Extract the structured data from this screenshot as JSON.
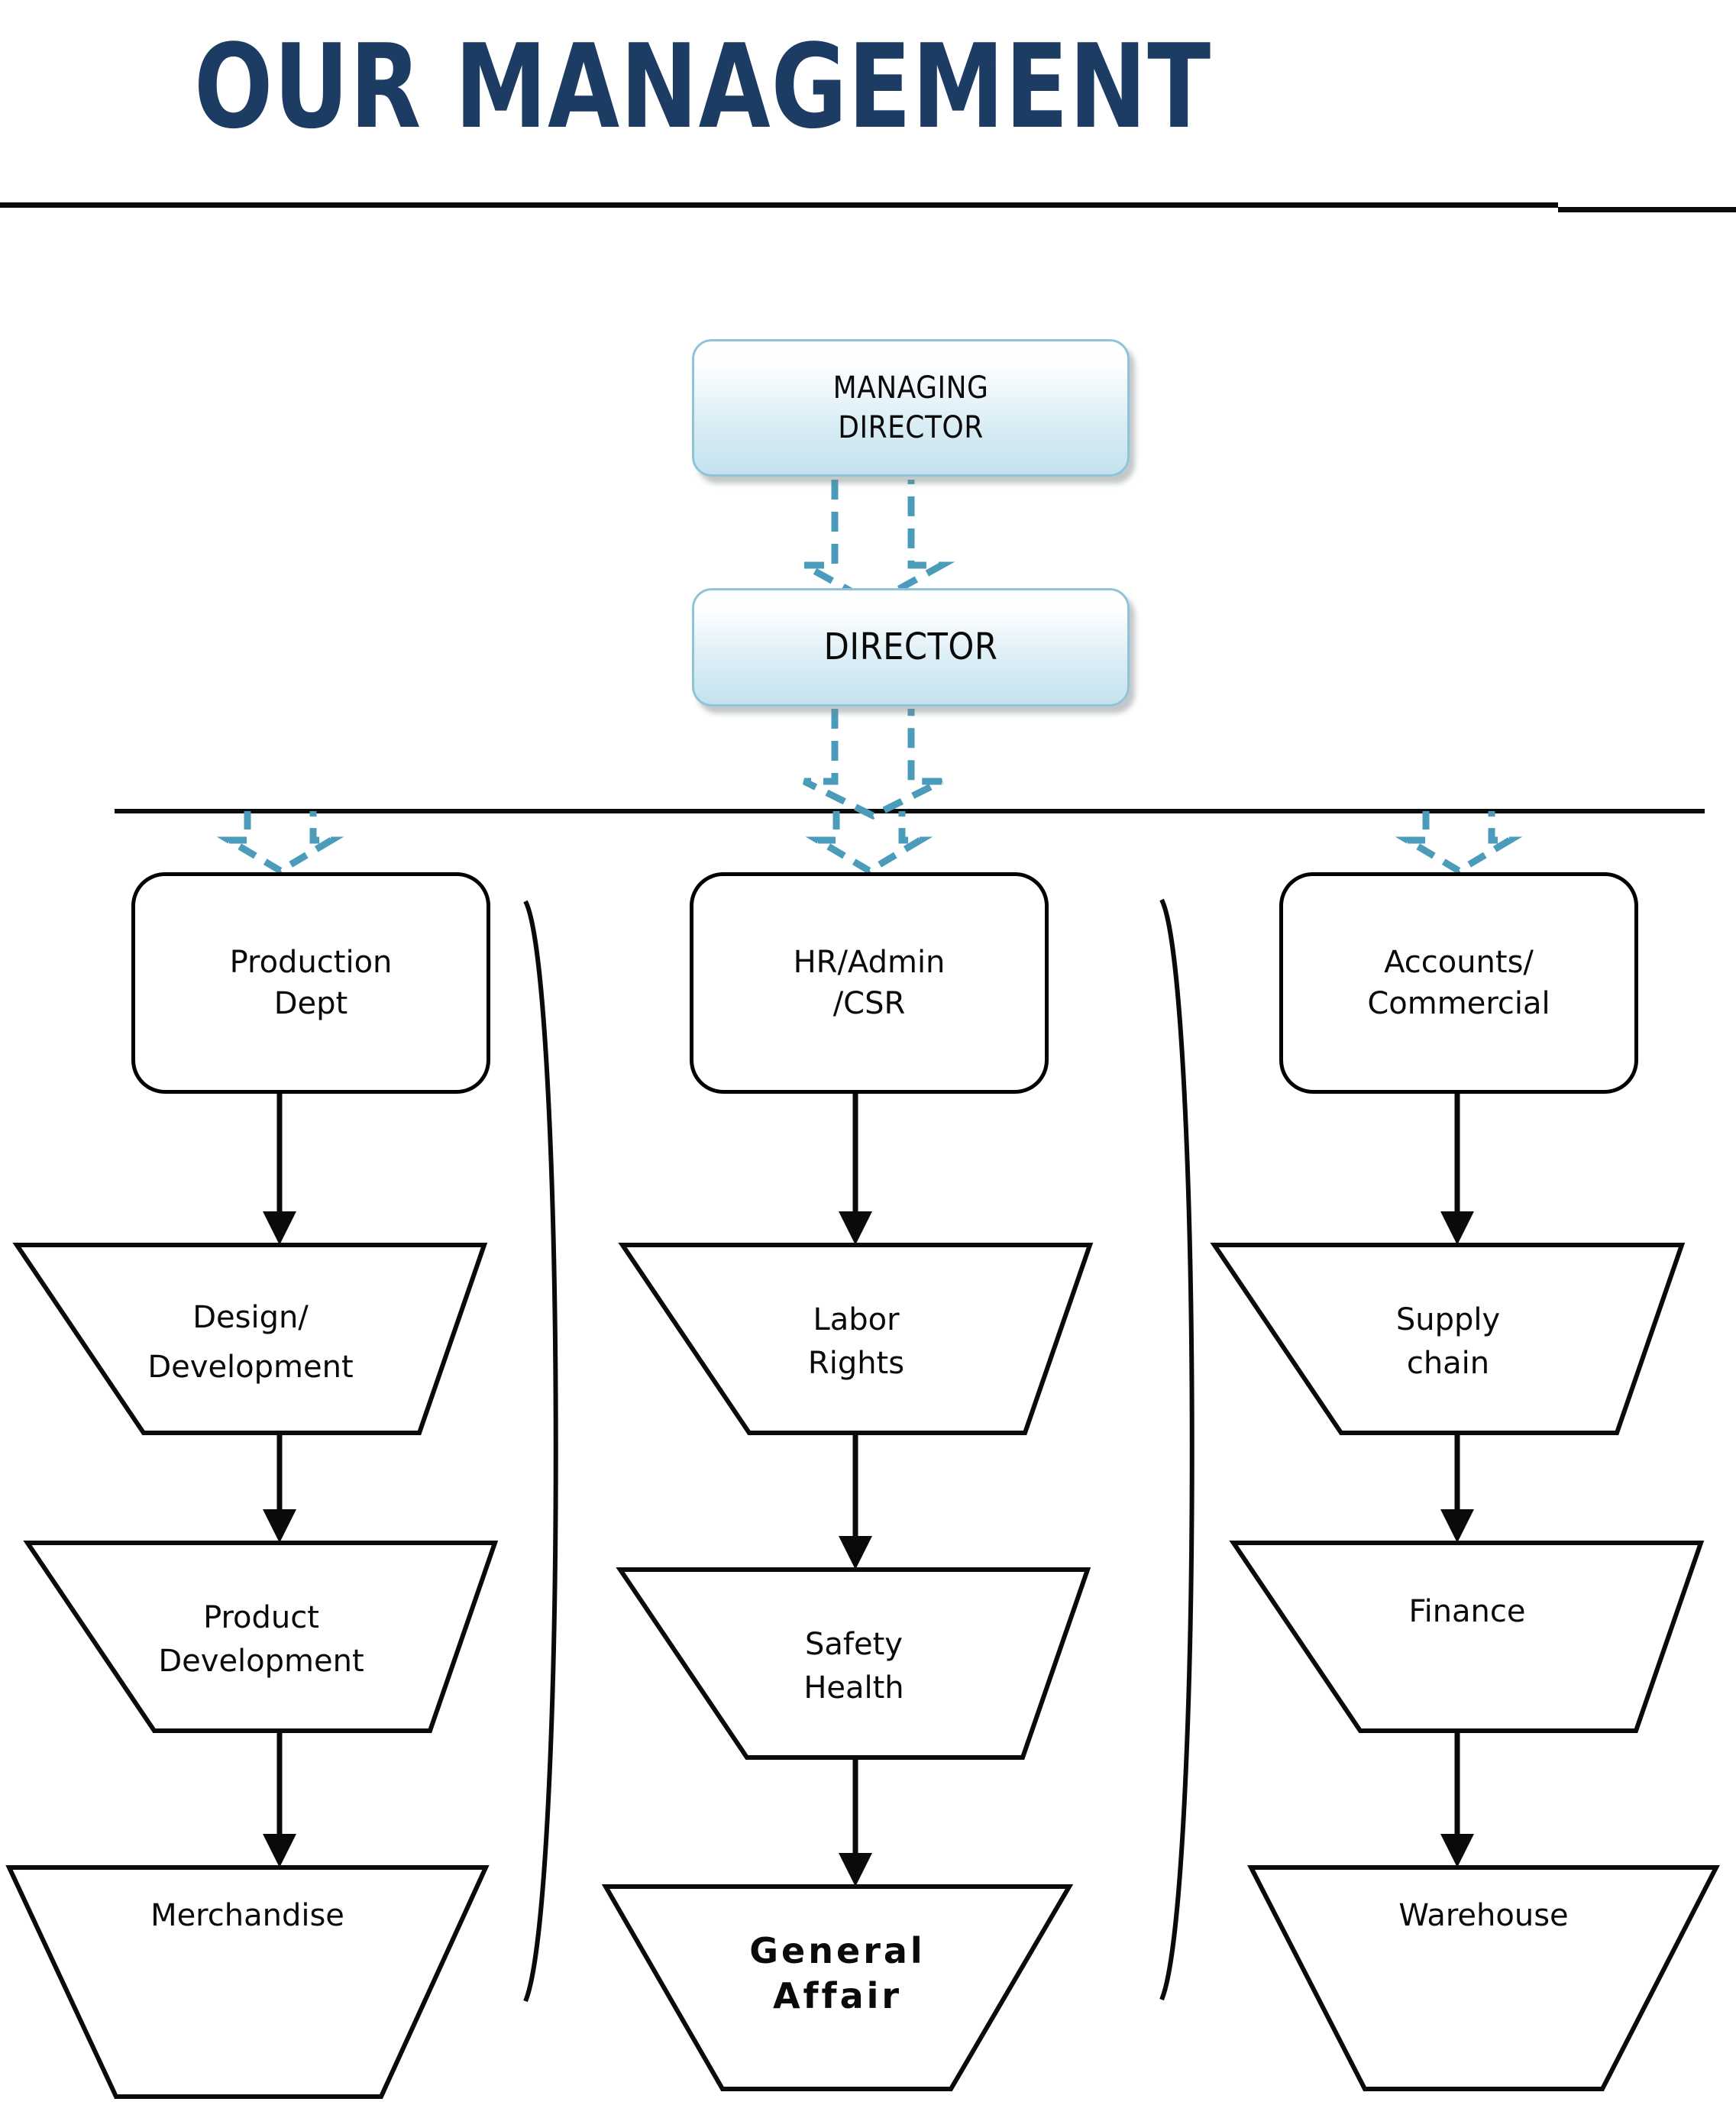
{
  "header": {
    "title": "OUR MANAGEMENT"
  },
  "colors": {
    "title": "#1d3c63",
    "rule": "#0b0b0b",
    "exec_border": "#8fc4d8",
    "exec_fill_top": "#ffffff",
    "exec_fill_bottom": "#c3e2ee",
    "dashed_arrow": "#4a9cba",
    "node_outline": "#000000",
    "background": "#ffffff"
  },
  "chart_data": {
    "type": "diagram",
    "title": "OUR MANAGEMENT",
    "diagram_kind": "organizational-chart",
    "nodes": [
      {
        "id": "managing-director",
        "label": "MANAGING DIRECTOR",
        "shape": "rounded-rect-gradient",
        "level": 0
      },
      {
        "id": "director",
        "label": "DIRECTOR",
        "shape": "rounded-rect-gradient",
        "level": 1
      },
      {
        "id": "production-dept",
        "label": "Production Dept",
        "shape": "rounded-rect",
        "level": 2,
        "column": 1
      },
      {
        "id": "hr-admin-csr",
        "label": "HR/Admin /CSR",
        "shape": "rounded-rect",
        "level": 2,
        "column": 2
      },
      {
        "id": "accounts-commercial",
        "label": "Accounts/ Commercial",
        "shape": "rounded-rect",
        "level": 2,
        "column": 3
      },
      {
        "id": "design-development",
        "label": "Design/ Development",
        "shape": "trapezoid",
        "level": 3,
        "column": 1
      },
      {
        "id": "labor-rights",
        "label": "Labor Rights",
        "shape": "trapezoid",
        "level": 3,
        "column": 2
      },
      {
        "id": "supply-chain",
        "label": "Supply chain",
        "shape": "trapezoid",
        "level": 3,
        "column": 3
      },
      {
        "id": "product-development",
        "label": "Product Development",
        "shape": "trapezoid",
        "level": 4,
        "column": 1
      },
      {
        "id": "safety-health",
        "label": "Safety Health",
        "shape": "trapezoid",
        "level": 4,
        "column": 2
      },
      {
        "id": "finance",
        "label": "Finance",
        "shape": "trapezoid",
        "level": 4,
        "column": 3
      },
      {
        "id": "merchandise",
        "label": "Merchandise",
        "shape": "trapezoid",
        "level": 5,
        "column": 1
      },
      {
        "id": "general-affair",
        "label": "General Affair",
        "shape": "trapezoid",
        "level": 5,
        "column": 2
      },
      {
        "id": "warehouse",
        "label": "Warehouse",
        "shape": "trapezoid",
        "level": 5,
        "column": 3
      }
    ],
    "edges": [
      {
        "from": "managing-director",
        "to": "director",
        "style": "dashed-block-arrow"
      },
      {
        "from": "director",
        "to": "production-dept",
        "style": "dashed-block-arrow-via-bus"
      },
      {
        "from": "director",
        "to": "hr-admin-csr",
        "style": "dashed-block-arrow-via-bus"
      },
      {
        "from": "director",
        "to": "accounts-commercial",
        "style": "dashed-block-arrow-via-bus"
      },
      {
        "from": "production-dept",
        "to": "design-development",
        "style": "solid-arrow"
      },
      {
        "from": "design-development",
        "to": "product-development",
        "style": "solid-arrow"
      },
      {
        "from": "product-development",
        "to": "merchandise",
        "style": "solid-arrow"
      },
      {
        "from": "hr-admin-csr",
        "to": "labor-rights",
        "style": "solid-arrow"
      },
      {
        "from": "labor-rights",
        "to": "safety-health",
        "style": "solid-arrow"
      },
      {
        "from": "safety-health",
        "to": "general-affair",
        "style": "solid-arrow"
      },
      {
        "from": "accounts-commercial",
        "to": "supply-chain",
        "style": "solid-arrow"
      },
      {
        "from": "supply-chain",
        "to": "finance",
        "style": "solid-arrow"
      },
      {
        "from": "finance",
        "to": "warehouse",
        "style": "solid-arrow"
      }
    ],
    "decorations": [
      {
        "type": "bracket",
        "orientation": "right-paren",
        "between_columns": [
          1,
          2
        ]
      },
      {
        "type": "bracket",
        "orientation": "right-paren",
        "between_columns": [
          2,
          3
        ]
      },
      {
        "type": "horizontal-bus",
        "level": 2
      }
    ]
  },
  "executive": {
    "managing_director": {
      "line1": "MANAGING",
      "line2": "DIRECTOR"
    },
    "director": {
      "line1": "DIRECTOR"
    }
  },
  "departments": [
    {
      "id": "production",
      "line1": "Production",
      "line2": "Dept"
    },
    {
      "id": "hr-admin",
      "line1": "HR/Admin",
      "line2": "/CSR"
    },
    {
      "id": "accounts",
      "line1": "Accounts/",
      "line2": "Commercial"
    }
  ],
  "columns": [
    {
      "id": "production-column",
      "nodes": [
        {
          "id": "design-development",
          "line1": "Design/",
          "line2": "Development"
        },
        {
          "id": "product-development",
          "line1": "Product",
          "line2": "Development"
        },
        {
          "id": "merchandise",
          "line1": "Merchandise",
          "line2": ""
        }
      ]
    },
    {
      "id": "hr-column",
      "nodes": [
        {
          "id": "labor-rights",
          "line1": "Labor",
          "line2": "Rights"
        },
        {
          "id": "safety-health",
          "line1": "Safety",
          "line2": "Health"
        },
        {
          "id": "general-affair",
          "line1": "General",
          "line2": "Affair"
        }
      ]
    },
    {
      "id": "accounts-column",
      "nodes": [
        {
          "id": "supply-chain",
          "line1": "Supply",
          "line2": "chain"
        },
        {
          "id": "finance",
          "line1": "Finance",
          "line2": ""
        },
        {
          "id": "warehouse",
          "line1": "Warehouse",
          "line2": ""
        }
      ]
    }
  ]
}
